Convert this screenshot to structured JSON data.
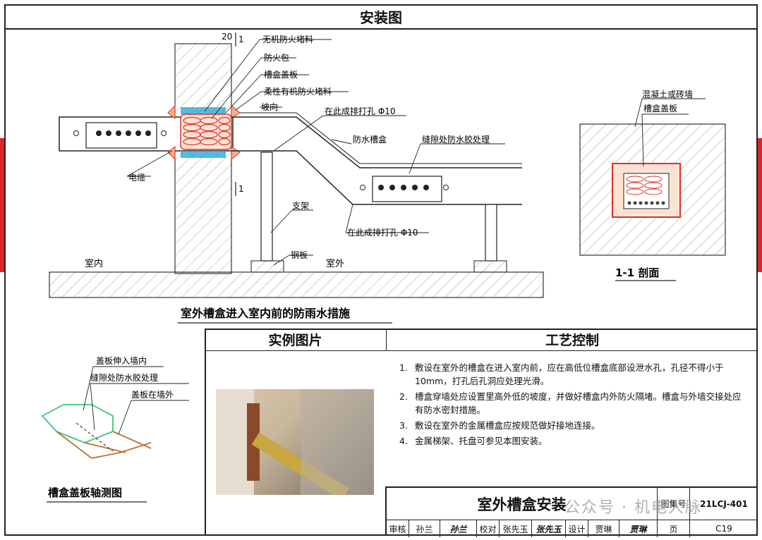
{
  "header": {
    "title": "安装图"
  },
  "main_diagram": {
    "dimension": "20",
    "section_mark": "1",
    "labels": {
      "fireproof_inorganic": "无机防火堵料",
      "fireproof_bag": "防火包",
      "cover_plate": "槽盒盖板",
      "flexible_fireproof": "柔性有机防火堵料",
      "slope": "坡向",
      "drain_holes_top": "在此成排打孔 Φ10",
      "waterproof_trough": "防水槽盒",
      "gap_waterproof": "缝隙处防水胶处理",
      "cable": "电缆",
      "bracket": "支架",
      "drain_holes_bottom": "在此成排打孔 Φ10",
      "steel_plate": "钢板",
      "indoor": "室内",
      "outdoor": "室外"
    },
    "caption": "室外槽盒进入室内前的防雨水措施"
  },
  "section_view": {
    "label_wall": "混凝土或砖墙",
    "label_cover": "槽盒盖板",
    "caption": "1-1 剖面"
  },
  "axon_view": {
    "label_1": "盖板伸入墙内",
    "label_2": "缝隙处防水胶处理",
    "label_3": "盖板在墙外",
    "caption": "槽盒盖板轴测图"
  },
  "photo_panel": {
    "title": "实例图片"
  },
  "process_panel": {
    "title": "工艺控制",
    "steps": [
      {
        "num": "1.",
        "text": "敷设在室外的槽盒在进入室内前，应在高低位槽盒底部设泄水孔，孔径不得小于10mm，打孔后孔洞应处理光滑。"
      },
      {
        "num": "2.",
        "text": "槽盒穿墙处应设置里高外低的坡度，并做好槽盒内外防火隔堵。槽盒与外墙交接处应有防水密封措施。"
      },
      {
        "num": "3.",
        "text": "敷设在室外的金属槽盒应按规范做好接地连接。"
      },
      {
        "num": "4.",
        "text": "金属梯架、托盘可参见本图安装。"
      }
    ]
  },
  "title_block": {
    "drawing_title": "室外槽盒安装",
    "atlas_label": "图集号",
    "atlas_no": "21LCJ-401",
    "review_label": "审核",
    "reviewer": "孙兰",
    "reviewer_sig": "孙兰",
    "check_label": "校对",
    "checker": "张先玉",
    "checker_sig": "张先玉",
    "design_label": "设计",
    "designer": "贾琳",
    "designer_sig": "贾琳",
    "page_label": "页",
    "page_no": "C19"
  },
  "watermark": "公众号 · 机电人脉",
  "colors": {
    "accent_red": "#d8262b",
    "fire_red": "#e0302a",
    "fire_blue": "#2aa8d8",
    "fire_pad": "#f0a070",
    "axon_green": "#38c878",
    "axon_brown": "#c07030"
  }
}
